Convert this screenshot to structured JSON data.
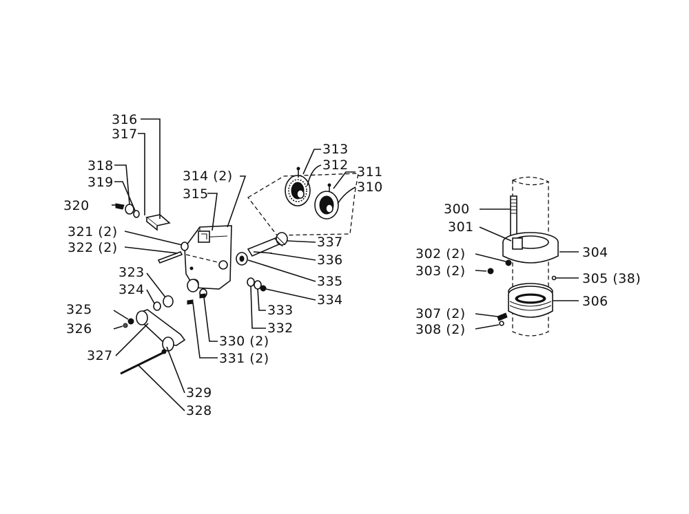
{
  "diagram": {
    "labels": {
      "p300": "300",
      "p301": "301",
      "p302": "302 (2)",
      "p303": "303 (2)",
      "p304": "304",
      "p305": "305 (38)",
      "p306": "306",
      "p307": "307 (2)",
      "p308": "308 (2)",
      "p310": "310",
      "p311": "311",
      "p312": "312",
      "p313": "313",
      "p314": "314 (2)",
      "p315": "315",
      "p316": "316",
      "p317": "317",
      "p318": "318",
      "p319": "319",
      "p320": "320",
      "p321": "321 (2)",
      "p322": "322 (2)",
      "p323": "323",
      "p324": "324",
      "p325": "325",
      "p326": "326",
      "p327": "327",
      "p328": "328",
      "p329": "329",
      "p330": "330 (2)",
      "p331": "331 (2)",
      "p332": "332",
      "p333": "333",
      "p334": "334",
      "p335": "335",
      "p336": "336",
      "p337": "337"
    }
  }
}
